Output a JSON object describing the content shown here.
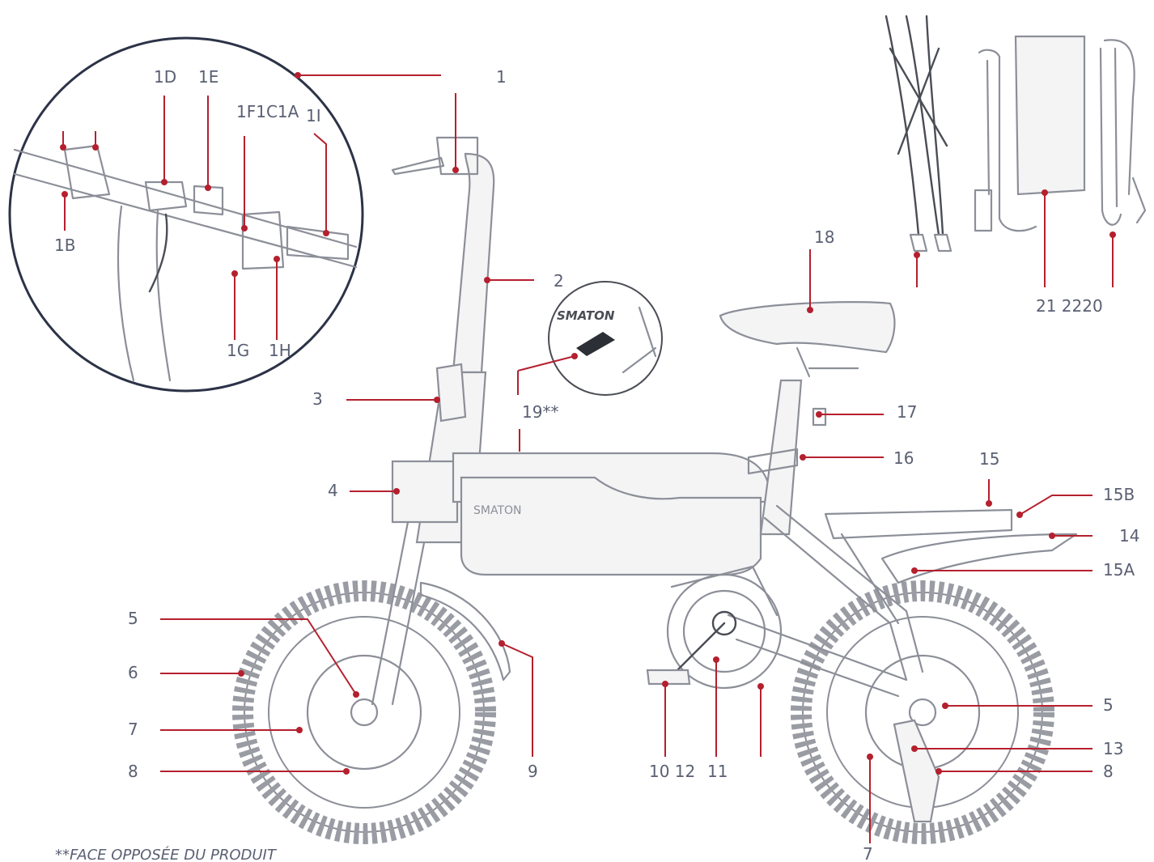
{
  "callouts": {
    "c1": "1",
    "c1D": "1D",
    "c1E": "1E",
    "c1F1C1A": "1F1C1A",
    "c1I": "1I",
    "c1B": "1B",
    "c1G": "1G",
    "c1H": "1H",
    "c2": "2",
    "c3": "3",
    "c4": "4",
    "c5_front": "5",
    "c6": "6",
    "c7_front": "7",
    "c8_front": "8",
    "c9": "9",
    "c10_12": "10 12",
    "c11": "11",
    "c13": "13",
    "c5_rear": "5",
    "c8_rear": "8",
    "c7_rear": "7",
    "c14": "14",
    "c15": "15",
    "c15A": "15A",
    "c15B": "15B",
    "c16": "16",
    "c17": "17",
    "c18": "18",
    "c19": "19**",
    "c21_22_20": "21 2220"
  },
  "brand_logo_text": "SMATON",
  "footnote": "**FACE OPPOSÉE DU PRODUIT",
  "colors": {
    "leader": "#b5202e",
    "label": "#5a6073",
    "line_art": "#8c8f98"
  }
}
